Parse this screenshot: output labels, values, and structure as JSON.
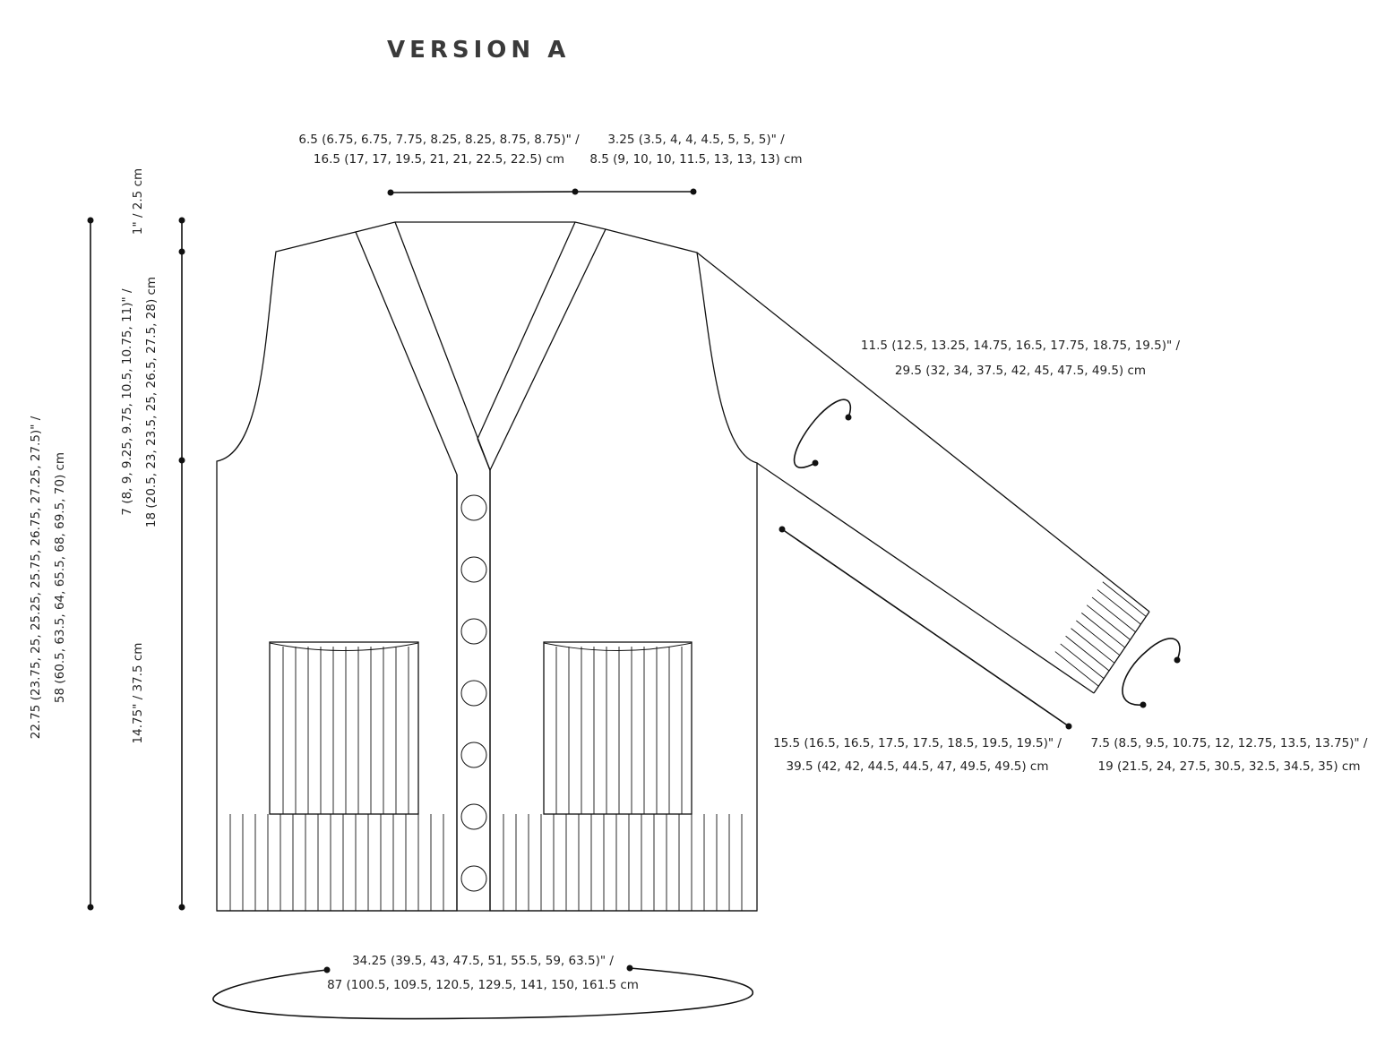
{
  "title": "VERSION A",
  "labels": {
    "neck_width": [
      "6.5 (6.75, 6.75, 7.75, 8.25, 8.25, 8.75, 8.75)\" /",
      "16.5 (17, 17, 19.5, 21, 21, 22.5, 22.5) cm"
    ],
    "shoulder_width": [
      "3.25 (3.5, 4, 4, 4.5, 5, 5, 5)\" /",
      "8.5 (9, 10, 10, 11.5, 13, 13, 13) cm"
    ],
    "upper_arm": [
      "11.5 (12.5, 13.25, 14.75, 16.5, 17.75, 18.75, 19.5)\" /",
      "29.5 (32, 34, 37.5, 42, 45, 47.5, 49.5) cm"
    ],
    "sleeve_length": [
      "15.5 (16.5, 16.5, 17.5, 17.5, 18.5, 19.5, 19.5)\" /",
      "39.5 (42, 42, 44.5, 44.5, 47, 49.5, 49.5) cm"
    ],
    "cuff": [
      "7.5 (8.5, 9.5, 10.75, 12, 12.75, 13.5, 13.75)\" /",
      "19 (21.5, 24, 27.5, 30.5, 32.5, 34.5, 35) cm"
    ],
    "chest": [
      "34.25 (39.5, 43, 47.5, 51, 55.5, 59, 63.5)\" /",
      "87 (100.5, 109.5, 120.5, 129.5, 141, 150, 161.5 cm"
    ],
    "total_length": [
      "22.75 (23.75, 25, 25.25, 25.75, 26.75, 27.25, 27.5)\" /",
      "58 (60.5, 63.5, 64, 65.5, 68, 69.5, 70) cm"
    ],
    "armhole_depth": [
      "7 (8, 9, 9.25, 9.75, 10.5, 10.75, 11)\" /",
      "18 (20.5, 23, 23.5, 25, 26.5, 27.5, 28) cm"
    ],
    "shoulder_drop": "1\" / 2.5 cm",
    "body_length": "14.75\" / 37.5 cm"
  }
}
